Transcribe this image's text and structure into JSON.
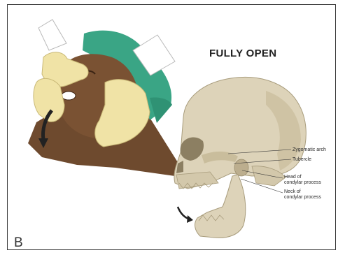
{
  "figure": {
    "panel_letter": "B",
    "title": "FULLY OPEN"
  },
  "labels": {
    "zygomatic_arch": "Zygomatic arch",
    "tubercle": "Tubercle",
    "head_line1": "Head of",
    "head_line2": "condylar process",
    "neck_line1": "Neck of",
    "neck_line2": "condylar process"
  },
  "colors": {
    "skin": "#7a5233",
    "glove": "#f0e3a6",
    "gown": "#3aa585",
    "bone": "#ddd3b9",
    "bone_shadow": "#b6aa8a",
    "arrow": "#222222"
  }
}
